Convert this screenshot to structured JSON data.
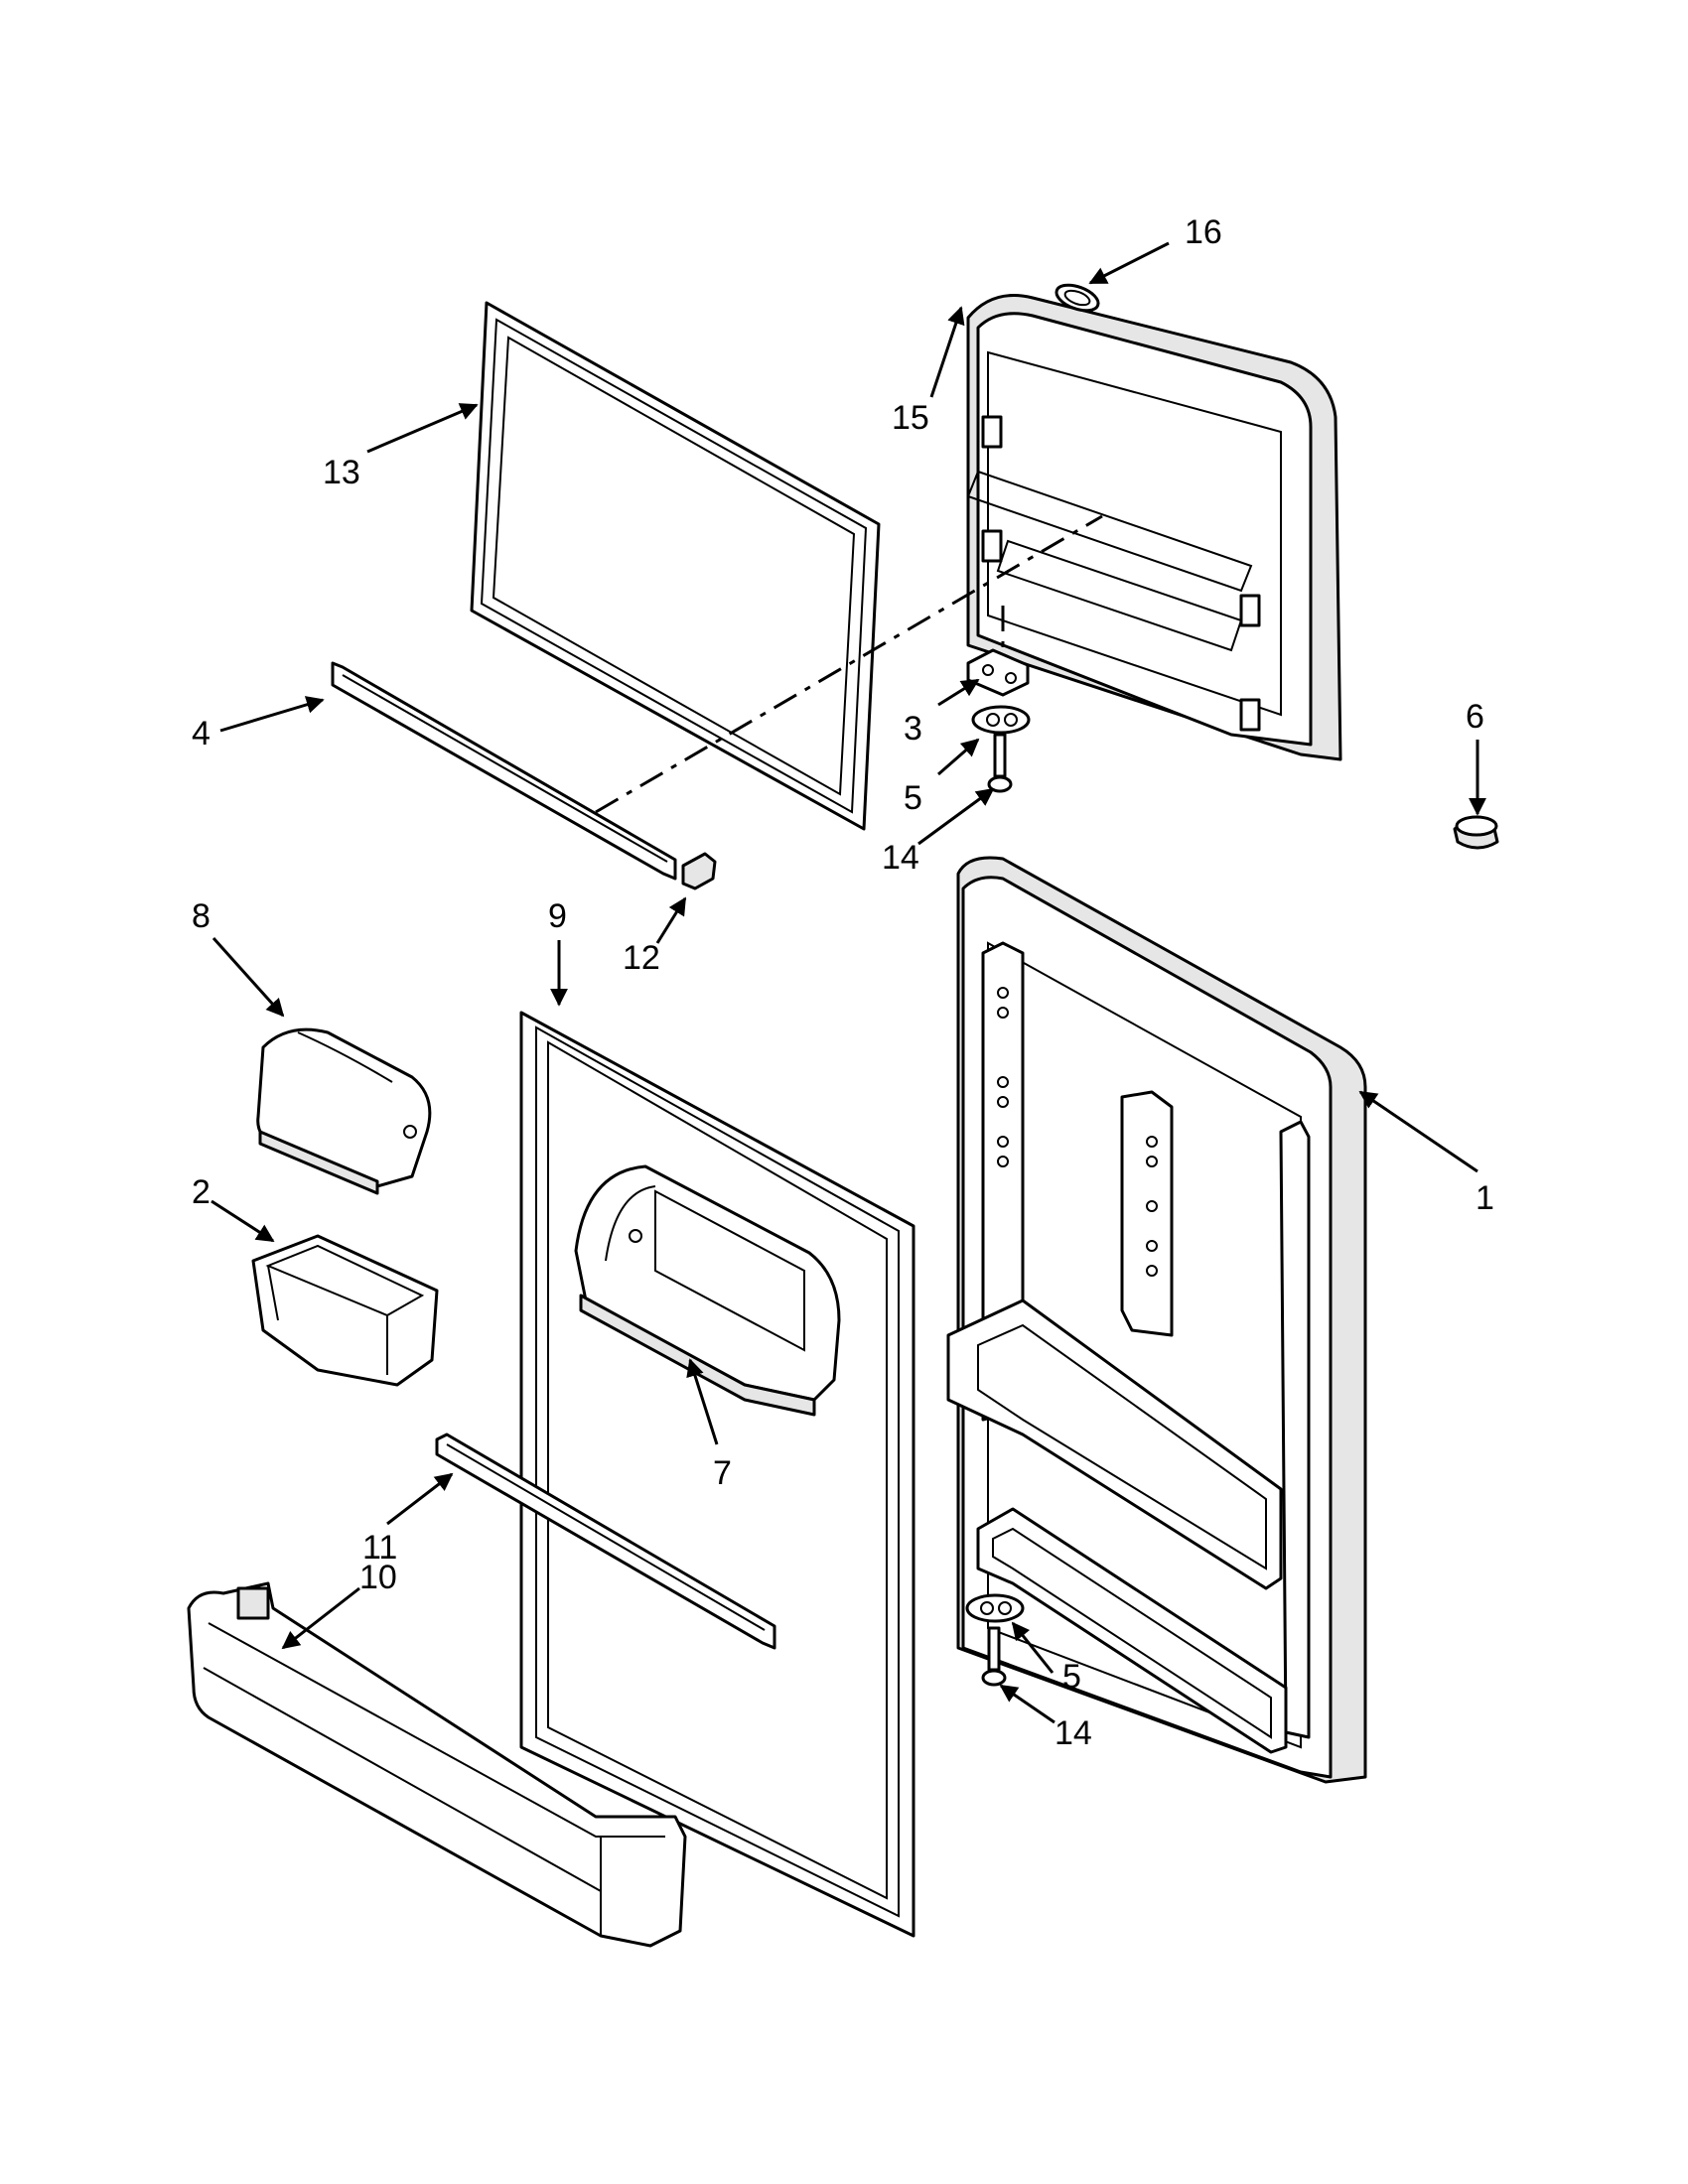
{
  "callouts": {
    "c1": "1",
    "c2": "2",
    "c3": "3",
    "c4": "4",
    "c5a": "5",
    "c5b": "5",
    "c6": "6",
    "c7": "7",
    "c8": "8",
    "c9": "9",
    "c10": "10",
    "c11": "11",
    "c12": "12",
    "c13": "13",
    "c14a": "14",
    "c14b": "14",
    "c15": "15",
    "c16": "16"
  },
  "colors": {
    "line": "#000000",
    "paper": "#ffffff",
    "shade": "#e6e6e6"
  }
}
